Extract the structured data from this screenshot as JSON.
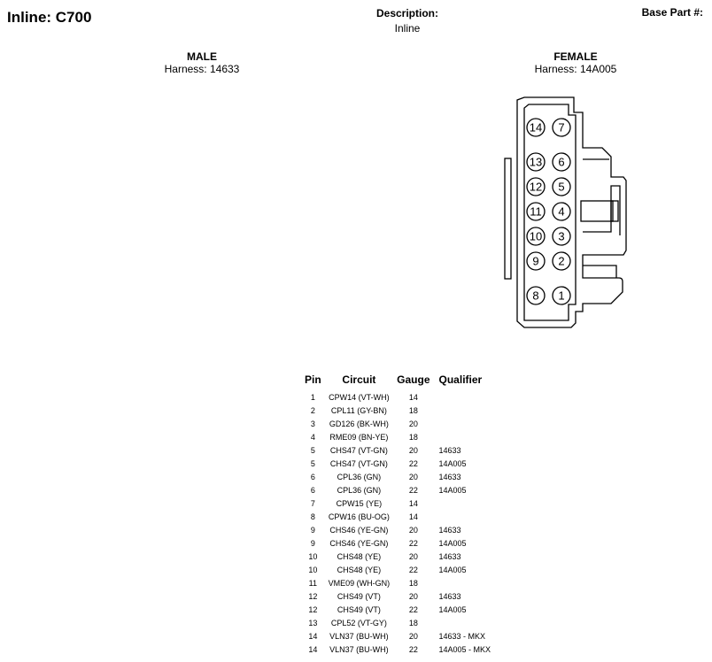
{
  "header": {
    "title": "Inline: C700",
    "description_label": "Description:",
    "description_value": "Inline",
    "base_part_label": "Base Part #:"
  },
  "male": {
    "gender": "MALE",
    "harness": "Harness: 14633"
  },
  "female": {
    "gender": "FEMALE",
    "harness": "Harness: 14A005"
  },
  "connector_pins": [
    "14",
    "7",
    "13",
    "6",
    "12",
    "5",
    "11",
    "4",
    "10",
    "3",
    "9",
    "2",
    "8",
    "1"
  ],
  "table": {
    "headers": [
      "Pin",
      "Circuit",
      "Gauge",
      "Qualifier"
    ],
    "rows": [
      [
        "1",
        "CPW14 (VT-WH)",
        "14",
        ""
      ],
      [
        "2",
        "CPL11 (GY-BN)",
        "18",
        ""
      ],
      [
        "3",
        "GD126 (BK-WH)",
        "20",
        ""
      ],
      [
        "4",
        "RME09 (BN-YE)",
        "18",
        ""
      ],
      [
        "5",
        "CHS47 (VT-GN)",
        "20",
        "14633"
      ],
      [
        "5",
        "CHS47 (VT-GN)",
        "22",
        "14A005"
      ],
      [
        "6",
        "CPL36 (GN)",
        "20",
        "14633"
      ],
      [
        "6",
        "CPL36 (GN)",
        "22",
        "14A005"
      ],
      [
        "7",
        "CPW15 (YE)",
        "14",
        ""
      ],
      [
        "8",
        "CPW16 (BU-OG)",
        "14",
        ""
      ],
      [
        "9",
        "CHS46 (YE-GN)",
        "20",
        "14633"
      ],
      [
        "9",
        "CHS46 (YE-GN)",
        "22",
        "14A005"
      ],
      [
        "10",
        "CHS48 (YE)",
        "20",
        "14633"
      ],
      [
        "10",
        "CHS48 (YE)",
        "22",
        "14A005"
      ],
      [
        "11",
        "VME09 (WH-GN)",
        "18",
        ""
      ],
      [
        "12",
        "CHS49 (VT)",
        "20",
        "14633"
      ],
      [
        "12",
        "CHS49 (VT)",
        "22",
        "14A005"
      ],
      [
        "13",
        "CPL52 (VT-GY)",
        "18",
        ""
      ],
      [
        "14",
        "VLN37 (BU-WH)",
        "20",
        "14633 - MKX"
      ],
      [
        "14",
        "VLN37 (BU-WH)",
        "22",
        "14A005 - MKX"
      ]
    ]
  }
}
